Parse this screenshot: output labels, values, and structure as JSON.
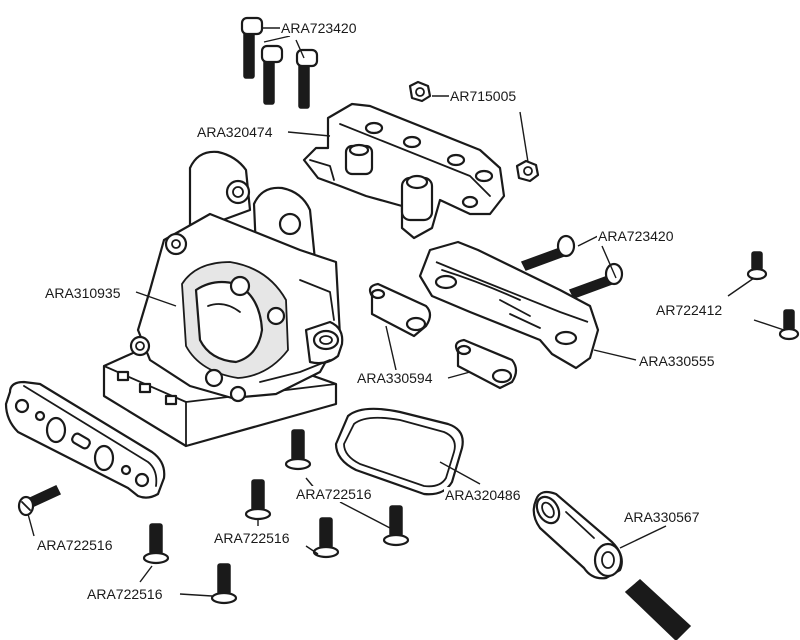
{
  "labels": {
    "bolts_top": "ARA723420",
    "nut_top": "AR715005",
    "upper_plate": "ARA320474",
    "gearbox": "ARA310935",
    "bolts_side": "ARA723420",
    "screws_right": "AR722412",
    "spacers": "ARA330594",
    "front_arm_mount": "ARA330555",
    "gasket": "ARA320486",
    "screw_left": "ARA722516",
    "screw_center_top": "ARA722516",
    "screw_center_mid": "ARA722516",
    "screw_bottom_left": "ARA722516",
    "steering_arm": "ARA330567"
  }
}
